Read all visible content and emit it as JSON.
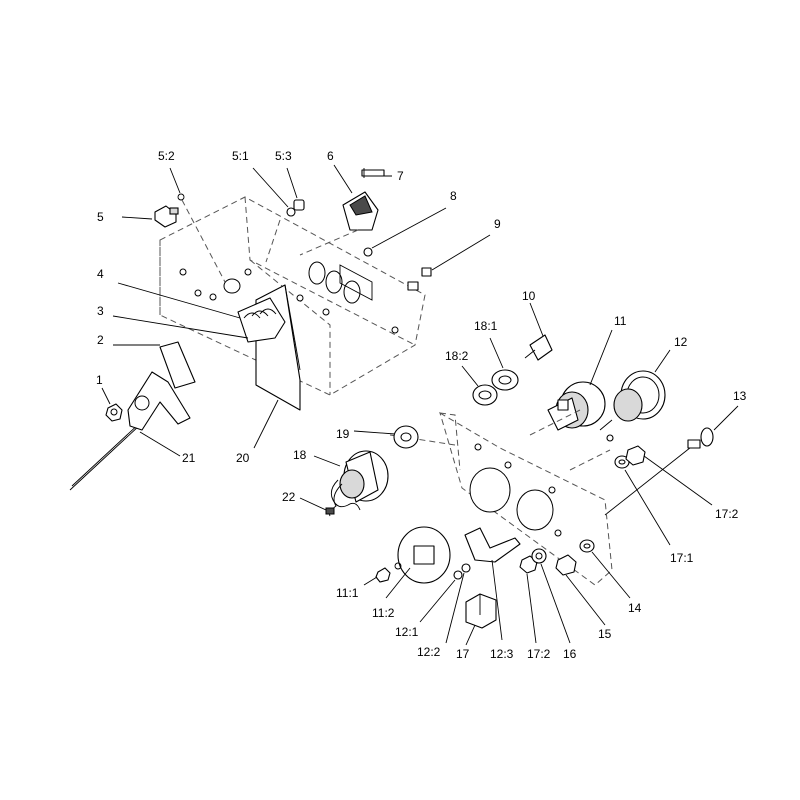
{
  "callouts": {
    "c1": "1",
    "c2": "2",
    "c3": "3",
    "c4": "4",
    "c5": "5",
    "c5_1": "5:1",
    "c5_2": "5:2",
    "c5_3": "5:3",
    "c6": "6",
    "c7": "7",
    "c8": "8",
    "c9": "9",
    "c10": "10",
    "c11": "11",
    "c11_1": "11:1",
    "c11_2": "11:2",
    "c12": "12",
    "c12_1": "12:1",
    "c12_2": "12:2",
    "c12_3": "12:3",
    "c13": "13",
    "c14": "14",
    "c15": "15",
    "c16": "16",
    "c17": "17",
    "c17_1": "17:1",
    "c17_2a": "17:2",
    "c17_2b": "17:2",
    "c18": "18",
    "c18_1": "18:1",
    "c18_2": "18:2",
    "c19": "19",
    "c20": "20",
    "c21": "21",
    "c22": "22"
  }
}
